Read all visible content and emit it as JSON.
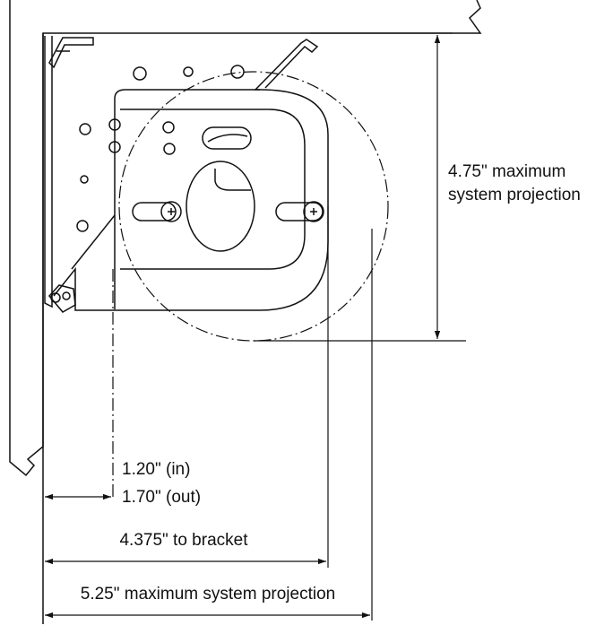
{
  "dimensions": {
    "vertical_projection_line1": "4.75\" maximum",
    "vertical_projection_line2": "system projection",
    "offset_in": "1.20\" (in)",
    "offset_out": "1.70\" (out)",
    "to_bracket": "4.375\" to bracket",
    "max_projection": "5.25\" maximum system projection"
  }
}
